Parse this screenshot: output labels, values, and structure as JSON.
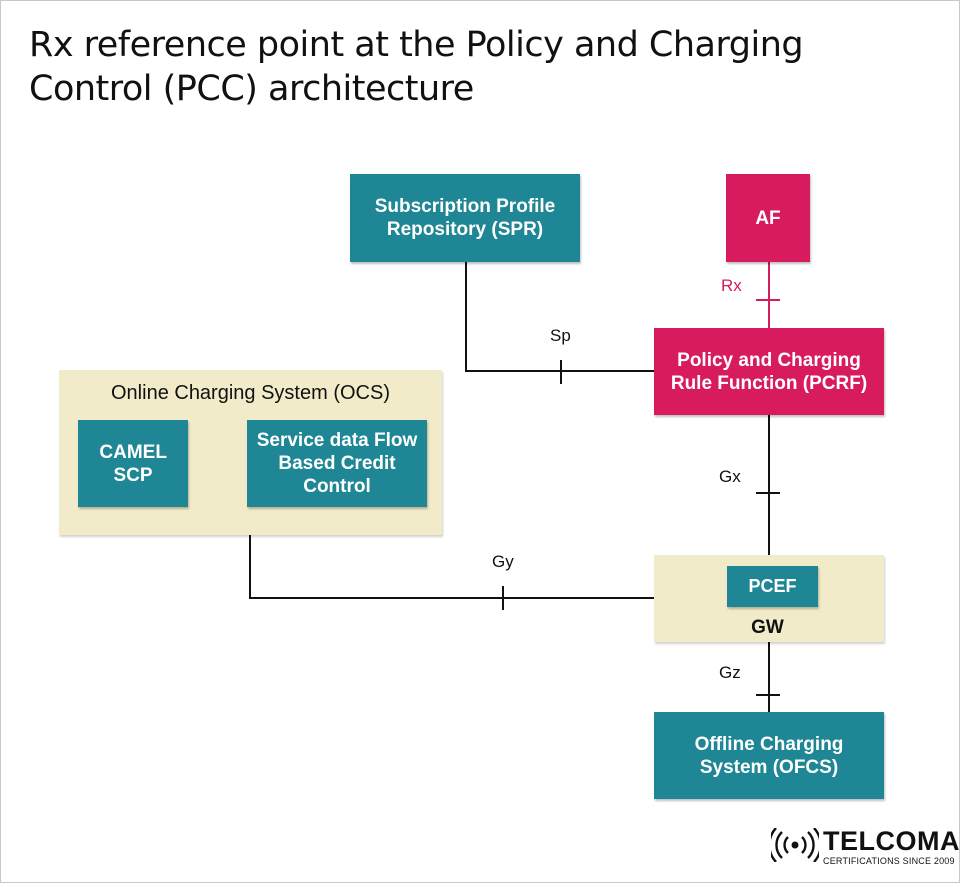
{
  "title": "Rx reference point at the Policy and Charging Control (PCC) architecture",
  "nodes": {
    "spr": "Subscription Profile Repository (SPR)",
    "af": "AF",
    "pcrf": "Policy and Charging Rule Function (PCRF)",
    "ocs": "Online Charging System (OCS)",
    "camel": "CAMEL SCP",
    "sdfbc": "Service data Flow Based Credit Control",
    "pcef": "PCEF",
    "gw": "GW",
    "ofcs": "Offline Charging System (OFCS)"
  },
  "interfaces": {
    "rx": "Rx",
    "sp": "Sp",
    "gx": "Gx",
    "gy": "Gy",
    "gz": "Gz"
  },
  "logo": {
    "name": "TELCOMA",
    "tagline": "CERTIFICATIONS SINCE 2009",
    "icon": "broadcast-waves-icon"
  },
  "colors": {
    "teal": "#1e8694",
    "pink": "#d81b5e",
    "beige": "#f1ebc9"
  }
}
